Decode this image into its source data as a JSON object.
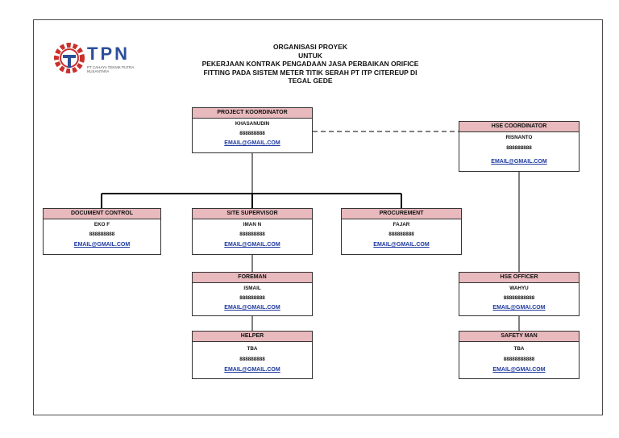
{
  "logo": {
    "text": "TPN",
    "subtitle": "PT CAHAYA TEKNIK PUTRA NUSANTARA"
  },
  "title_lines": [
    "ORGANISASI PROYEK",
    "UNTUK",
    "PEKERJAAN KONTRAK PENGADAAN JASA PERBAIKAN ORIFICE",
    "FITTING PADA SISTEM METER TITIK SERAH PT ITP CITEREUP DI",
    "TEGAL GEDE"
  ],
  "boxes": {
    "project_koordinator": {
      "title": "PROJECT KOORDINATOR",
      "name": "KHASANUDIN",
      "phone": "888888888",
      "email": "EMAIL@GMAIL.COM"
    },
    "hse_coordinator": {
      "title": "HSE COORDINATOR",
      "name": "RISNANTO",
      "phone": "888888888",
      "email": "EMAIL@GMAIL.COM"
    },
    "document_control": {
      "title": "DOCUMENT CONTROL",
      "name": "EKO F",
      "phone": "888888888",
      "email": "EMAIL@GMAIL.COM"
    },
    "site_supervisor": {
      "title": "SITE SUPERVISOR",
      "name": "IMAN N",
      "phone": "888888888",
      "email": "EMAIL@GMAIL.COM"
    },
    "procurement": {
      "title": "PROCUREMENT",
      "name": "FAJAR",
      "phone": "888888888",
      "email": "EMAIL@GMAIL.COM"
    },
    "foreman": {
      "title": "FOREMAN",
      "name": "ISMAIL",
      "phone": "888888888",
      "email": "EMAIL@GMAIL.COM"
    },
    "hse_officer": {
      "title": "HSE OFFICER",
      "name": "WAHYU",
      "phone": "88888888888",
      "email": "EMAIL@GMAI.COM"
    },
    "helper": {
      "title": "HELPER",
      "name": "TBA",
      "phone": "888888888",
      "email": "EMAIL@GMAIL.COM"
    },
    "safety_man": {
      "title": "SAFETY MAN",
      "name": "TBA",
      "phone": "88888888888",
      "email": "EMAIL@GMAI.COM"
    }
  },
  "colors": {
    "header_fill": "#e8b9bd",
    "link": "#1e3aa0",
    "logo_blue": "#2c4f9a"
  }
}
